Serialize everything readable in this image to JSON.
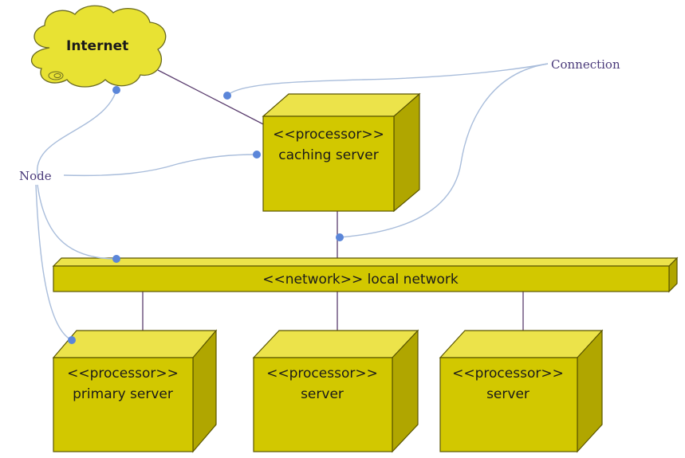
{
  "colors": {
    "node_front": "#d2c800",
    "node_top": "#ece34a",
    "node_side": "#b0a600",
    "connection_line": "#5a3d6e",
    "annotation_line": "#a9bddb",
    "annotation_dot": "#5b86d9",
    "annotation_text": "#4a3a7a"
  },
  "internet": {
    "label": "Internet"
  },
  "annotations": {
    "connection": "Connection",
    "node": "Node"
  },
  "network": {
    "label": "<<network>> local network"
  },
  "nodes": [
    {
      "id": "caching",
      "stereotype": "<<processor>>",
      "name": "caching server"
    },
    {
      "id": "primary",
      "stereotype": "<<processor>>",
      "name": "primary server"
    },
    {
      "id": "server2",
      "stereotype": "<<processor>>",
      "name": "server"
    },
    {
      "id": "server3",
      "stereotype": "<<processor>>",
      "name": "server"
    }
  ]
}
